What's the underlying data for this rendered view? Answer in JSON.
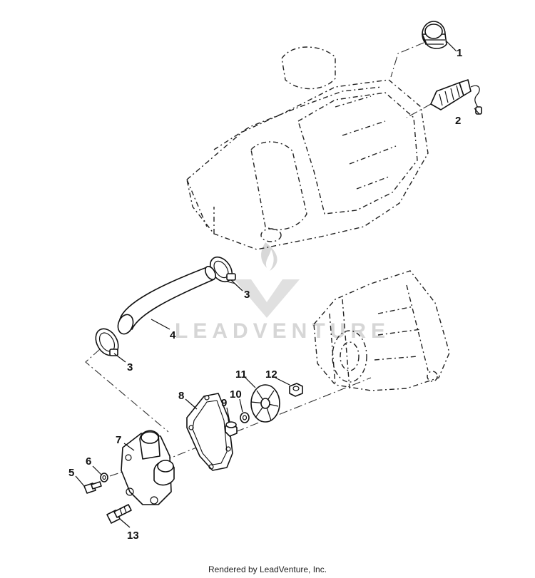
{
  "footer": {
    "text": "Rendered by LeadVenture, Inc."
  },
  "watermark": {
    "text": "LEADVENTURE"
  },
  "callouts": [
    "1",
    "2",
    "3",
    "3",
    "4",
    "5",
    "6",
    "7",
    "8",
    "9",
    "10",
    "11",
    "12",
    "13"
  ]
}
